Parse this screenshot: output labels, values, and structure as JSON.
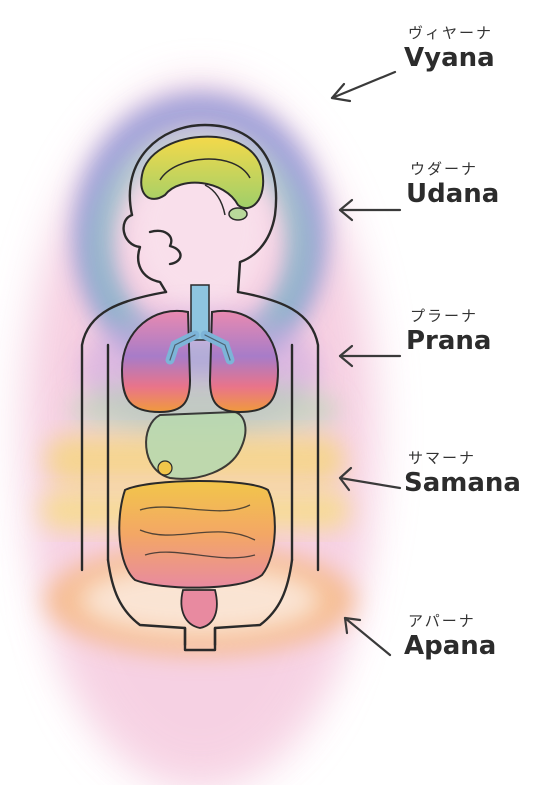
{
  "labels": [
    {
      "kana": "ヴィヤーナ",
      "name": "Vyana"
    },
    {
      "kana": "ウダーナ",
      "name": "Udana"
    },
    {
      "kana": "プラーナ",
      "name": "Prana"
    },
    {
      "kana": "サマーナ",
      "name": "Samana"
    },
    {
      "kana": "アパーナ",
      "name": "Apana"
    }
  ],
  "colors": {
    "aura": "#f4c6dc",
    "vyana_ring": "#7f8fd0",
    "udana_ring": "#7ec7c0",
    "prana_band": "#b48fd0",
    "samana_band": "#f2d24a",
    "apana_band": "#f4b06a",
    "outline": "#2a2a2a"
  }
}
